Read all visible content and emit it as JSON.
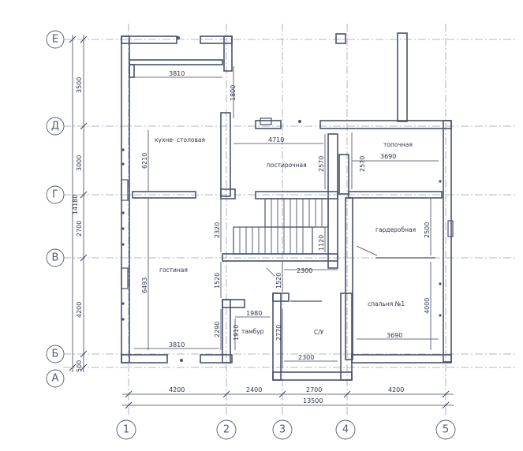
{
  "axes": {
    "columns": [
      "1",
      "2",
      "3",
      "4",
      "5"
    ],
    "rows": [
      "Е",
      "Д",
      "Г",
      "В",
      "Б",
      "А"
    ]
  },
  "dimensions": {
    "bottom": [
      "4200",
      "2400",
      "2700",
      "4200"
    ],
    "bottom_total": "13500",
    "left": [
      "3500",
      "3000",
      "2700",
      "4200",
      "500"
    ],
    "left_total": "14180"
  },
  "interior_dims": [
    "3810",
    "1800",
    "4710",
    "2570",
    "2570",
    "3690",
    "6210",
    "2320",
    "1120",
    "2500",
    "6493",
    "1520",
    "1520",
    "2300",
    "4000",
    "1980",
    "2290",
    "1910",
    "2770",
    "3810",
    "2300",
    "3690"
  ],
  "rooms": {
    "kitchen": "кухне- столовая",
    "hall": "постирочная",
    "boiler": "топочная",
    "wardrobe": "гардеробная",
    "living": "гостиная",
    "bedroom": "спальня №1",
    "bathroom": "С/У",
    "vestibule": "тамбур"
  }
}
